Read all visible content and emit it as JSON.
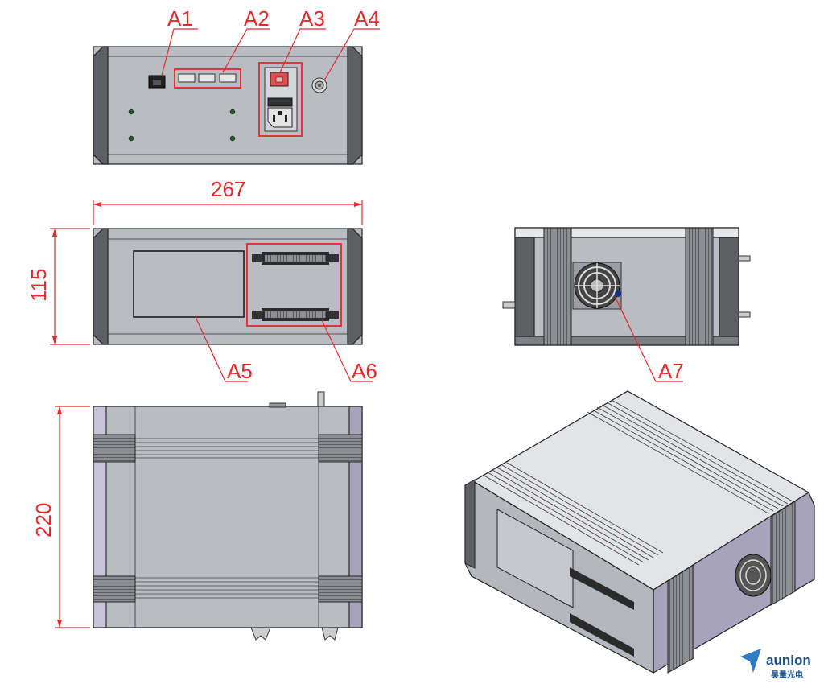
{
  "labels": {
    "a1": "A1",
    "a2": "A2",
    "a3": "A3",
    "a4": "A4",
    "a5": "A5",
    "a6": "A6",
    "a7": "A7"
  },
  "dimensions": {
    "width": "267",
    "height": "115",
    "depth": "220"
  },
  "brand": {
    "name": "aunion",
    "chinese": "昊量光电",
    "color": "#1a4f8c"
  },
  "colors": {
    "callout": "#e8272a",
    "panel": "#b9bcc3",
    "end_cap": "#5d5f63",
    "purple_panel": "#a7a3bd"
  }
}
